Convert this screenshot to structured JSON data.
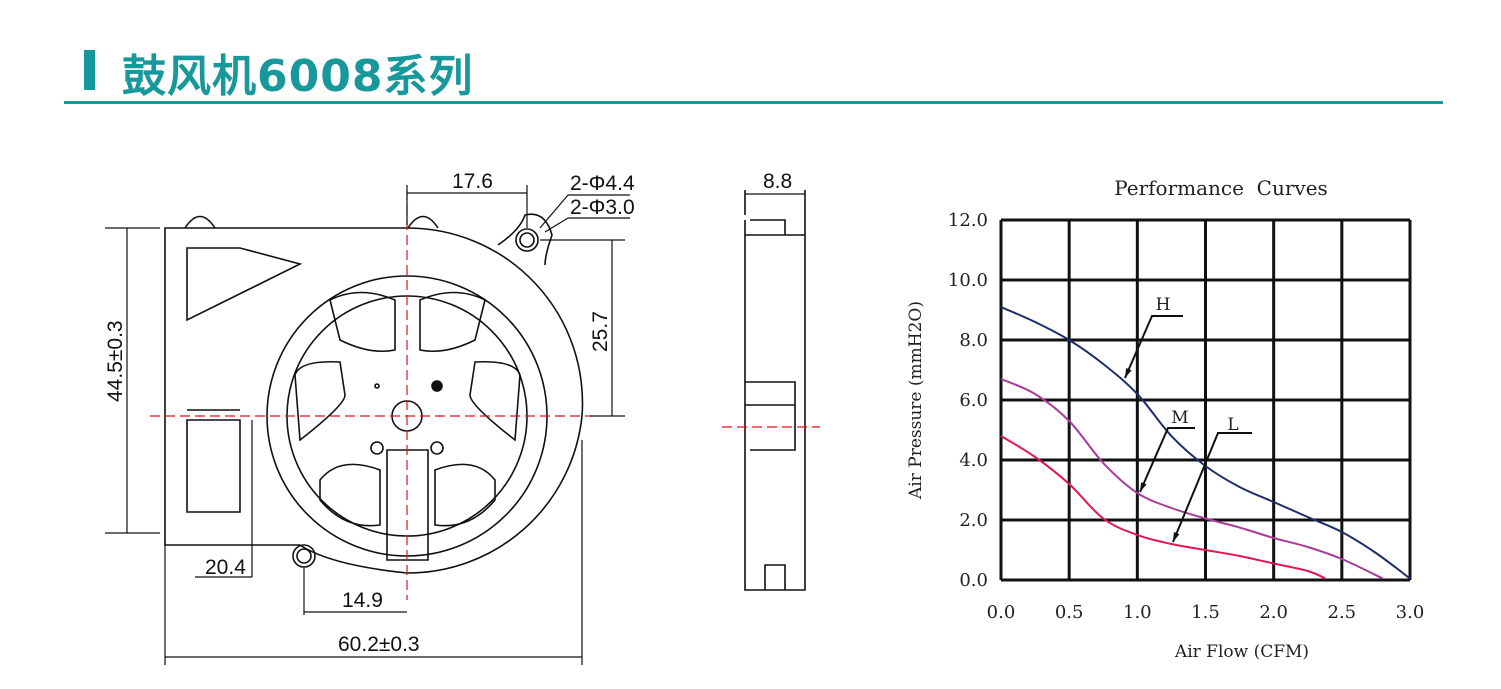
{
  "header": {
    "title": "鼓风机6008系列",
    "accent_color": "#17989a"
  },
  "drawing": {
    "front_view": {
      "dim_top": "17.6",
      "hole_outer": "2-Φ4.4",
      "hole_inner": "2-Φ3.0",
      "dim_right": "25.7",
      "dim_height": "44.5±0.3",
      "dim_hole_offset": "20.4",
      "dim_bottom_hole": "14.9",
      "dim_width": "60.2±0.3"
    },
    "side_view": {
      "dim_thickness": "8.8"
    }
  },
  "chart_data": {
    "type": "line",
    "title": "Performance  Curves",
    "xlabel": "Air Flow (CFM)",
    "ylabel": "Air Pressure (mmH2O)",
    "xlim": [
      0,
      3.0
    ],
    "ylim": [
      0,
      12.0
    ],
    "x_ticks": [
      "0.0",
      "0.5",
      "1.0",
      "1.5",
      "2.0",
      "2.5",
      "3.0"
    ],
    "y_ticks": [
      "0.0",
      "2.0",
      "4.0",
      "6.0",
      "8.0",
      "10.0",
      "12.0"
    ],
    "grid": true,
    "series": [
      {
        "name": "H",
        "color": "#1f2d6b",
        "points": [
          [
            0,
            9.1
          ],
          [
            0.25,
            8.6
          ],
          [
            0.5,
            8.0
          ],
          [
            0.75,
            7.2
          ],
          [
            1.0,
            6.2
          ],
          [
            1.25,
            4.8
          ],
          [
            1.5,
            3.8
          ],
          [
            1.75,
            3.1
          ],
          [
            2.0,
            2.6
          ],
          [
            2.25,
            2.1
          ],
          [
            2.5,
            1.6
          ],
          [
            2.75,
            0.9
          ],
          [
            3.0,
            0.05
          ]
        ]
      },
      {
        "name": "M",
        "color": "#a83c9a",
        "points": [
          [
            0,
            6.7
          ],
          [
            0.25,
            6.2
          ],
          [
            0.5,
            5.3
          ],
          [
            0.75,
            3.9
          ],
          [
            1.0,
            2.9
          ],
          [
            1.25,
            2.4
          ],
          [
            1.5,
            2.05
          ],
          [
            1.75,
            1.75
          ],
          [
            2.0,
            1.4
          ],
          [
            2.25,
            1.1
          ],
          [
            2.5,
            0.7
          ],
          [
            2.8,
            0.05
          ]
        ]
      },
      {
        "name": "L",
        "color": "#e3174f",
        "points": [
          [
            0,
            4.8
          ],
          [
            0.25,
            4.1
          ],
          [
            0.5,
            3.2
          ],
          [
            0.75,
            2.05
          ],
          [
            1.0,
            1.5
          ],
          [
            1.25,
            1.2
          ],
          [
            1.5,
            1.0
          ],
          [
            1.75,
            0.8
          ],
          [
            2.0,
            0.55
          ],
          [
            2.25,
            0.3
          ],
          [
            2.38,
            0.05
          ]
        ]
      }
    ]
  }
}
